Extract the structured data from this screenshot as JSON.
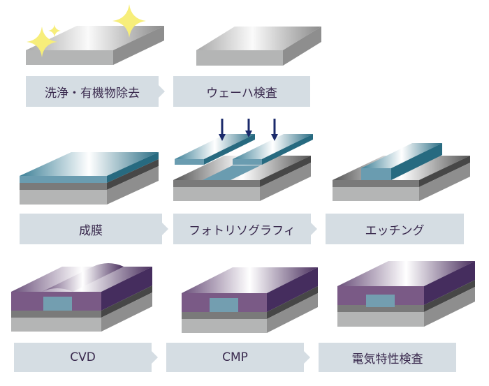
{
  "steps": [
    {
      "label": "洗浄・有機物除去"
    },
    {
      "label": "ウェーハ検査"
    },
    {
      "label": "成膜"
    },
    {
      "label": "フォトリソグラフィ"
    },
    {
      "label": "エッチング"
    },
    {
      "label": "CVD"
    },
    {
      "label": "CMP"
    },
    {
      "label": "電気特性検査"
    }
  ],
  "colors": {
    "label_bg": "#d5dde3",
    "label_text": "#3a2a4e",
    "silicon": "#b4b5b5",
    "oxide_dark": "#555555",
    "film_blue": "#2b6e85",
    "insulator_purple": "#7a5a86",
    "sparkle": "#f7ee7a",
    "exposure_arrow": "#1b2a6b"
  }
}
